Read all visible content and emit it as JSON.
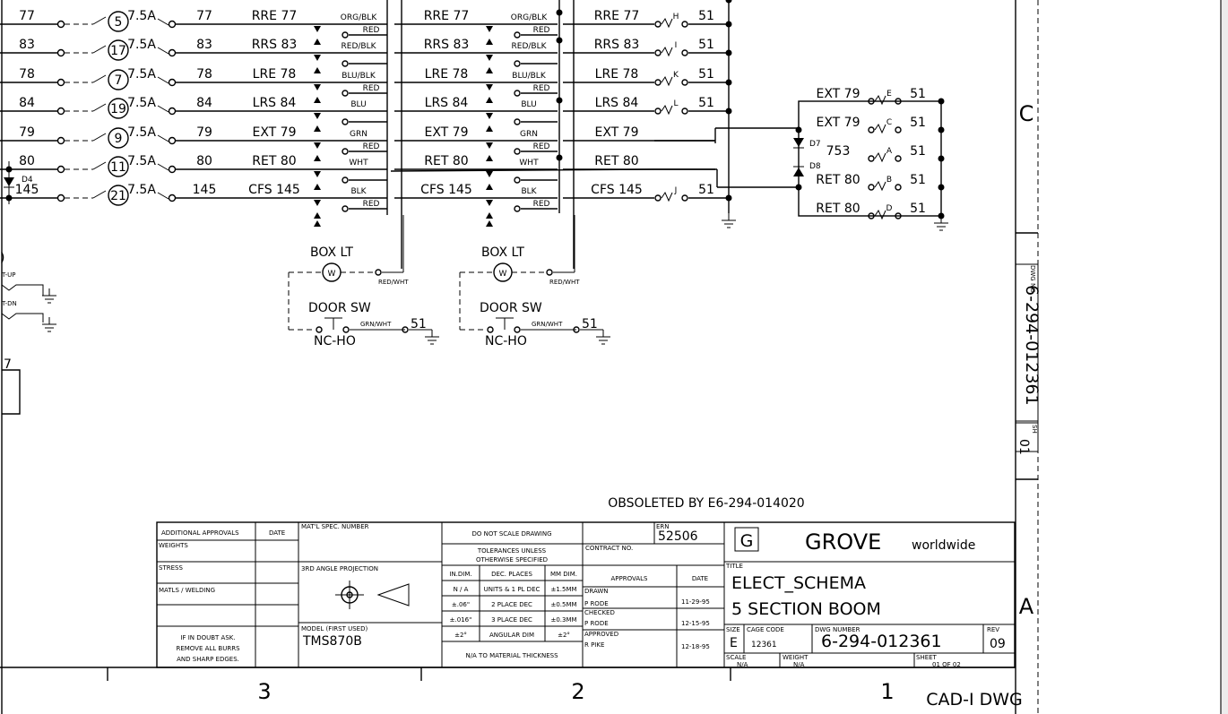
{
  "fuse_rows": [
    {
      "wire": "77",
      "fuse": "5",
      "amp": "7.5A",
      "out": "77",
      "c1": "RRE 77",
      "c1_color": "ORG/BLK",
      "c1_ret": "RED",
      "c2": "RRE 77",
      "c2_color": "ORG/BLK",
      "c2_ret": "RED",
      "c3": "RRE 77",
      "pin": "H",
      "gnd": "51"
    },
    {
      "wire": "83",
      "fuse": "17",
      "amp": "7.5A",
      "out": "83",
      "c1": "RRS 83",
      "c1_color": "RED/BLK",
      "c1_ret": "",
      "c2": "RRS 83",
      "c2_color": "RED/BLK",
      "c2_ret": "",
      "c3": "RRS 83",
      "pin": "I",
      "gnd": "51"
    },
    {
      "wire": "78",
      "fuse": "7",
      "amp": "7.5A",
      "out": "78",
      "c1": "LRE 78",
      "c1_color": "BLU/BLK",
      "c1_ret": "RED",
      "c2": "LRE 78",
      "c2_color": "BLU/BLK",
      "c2_ret": "RED",
      "c3": "LRE 78",
      "pin": "K",
      "gnd": "51"
    },
    {
      "wire": "84",
      "fuse": "19",
      "amp": "7.5A",
      "out": "84",
      "c1": "LRS 84",
      "c1_color": "BLU",
      "c1_ret": "",
      "c2": "LRS 84",
      "c2_color": "BLU",
      "c2_ret": "",
      "c3": "LRS 84",
      "pin": "L",
      "gnd": "51"
    },
    {
      "wire": "79",
      "fuse": "9",
      "amp": "7.5A",
      "out": "79",
      "c1": "EXT 79",
      "c1_color": "GRN",
      "c1_ret": "RED",
      "c2": "EXT 79",
      "c2_color": "GRN",
      "c2_ret": "RED",
      "c3": "EXT 79",
      "pin": "",
      "gnd": ""
    },
    {
      "wire": "80",
      "fuse": "11",
      "amp": "7.5A",
      "out": "80",
      "c1": "RET 80",
      "c1_color": "WHT",
      "c1_ret": "",
      "c2": "RET 80",
      "c2_color": "WHT",
      "c2_ret": "",
      "c3": "RET 80",
      "pin": "",
      "gnd": ""
    },
    {
      "wire": "145",
      "fuse": "21",
      "amp": "7.5A",
      "out": "145",
      "c1": "CFS 145",
      "c1_color": "BLK",
      "c1_ret": "RED",
      "c2": "CFS 145",
      "c2_color": "BLK",
      "c2_ret": "RED",
      "c3": "CFS 145",
      "pin": "J",
      "gnd": "51"
    }
  ],
  "diode_d4": "D4",
  "right_block": [
    {
      "label": "EXT 79",
      "pin": "E",
      "gnd": "51"
    },
    {
      "label": "EXT 79",
      "pin": "C",
      "gnd": "51"
    },
    {
      "label": "753",
      "pin": "A",
      "gnd": "51"
    },
    {
      "label": "RET 80",
      "pin": "B",
      "gnd": "51"
    },
    {
      "label": "RET 80",
      "pin": "D",
      "gnd": "51"
    }
  ],
  "diodes": {
    "d7": "D7",
    "d8": "D8"
  },
  "box_left": {
    "box_lt": "BOX LT",
    "lamp": "W",
    "lamp_wire": "RED/WHT",
    "door_sw": "DOOR SW",
    "sw_type": "NC-HO",
    "sw_wire": "GRN/WHT",
    "gnd": "51"
  },
  "box_right": {
    "box_lt": "BOX LT",
    "lamp": "W",
    "lamp_wire": "RED/WHT",
    "door_sw": "DOOR SW",
    "sw_type": "NC-HO",
    "sw_wire": "GRN/WHT",
    "gnd": "51"
  },
  "left_fragments": {
    "up": "T-UP",
    "dn": "T-DN",
    "seven": "7",
    "paren": ")"
  },
  "border": {
    "zone_c": "C",
    "zone_a": "A",
    "col3": "3",
    "col2": "2",
    "col1": "1",
    "cad": "CAD-I DWG"
  },
  "side_stamp": {
    "dwg_label": "DWG NO",
    "dwg_no": "6-294-012361",
    "sh_label": "SH",
    "sh": "01"
  },
  "obsoleted": "OBSOLETED BY E6-294-014020",
  "title_block": {
    "add_approvals": "ADDITIONAL APPROVALS",
    "date": "DATE",
    "weights": "WEIGHTS",
    "stress": "STRESS",
    "matls": "MATLS / WELDING",
    "if_doubt": "IF IN DOUBT ASK.",
    "remove_burrs": "REMOVE ALL BURRS",
    "sharp": "AND SHARP EDGES.",
    "matl_spec": "MAT'L SPEC. NUMBER",
    "third_angle": "3RD ANGLE PROJECTION",
    "model_label": "MODEL (FIRST USED)",
    "model": "TMS870B",
    "no_scale": "DO NOT SCALE DRAWING",
    "tol1": "TOLERANCES UNLESS",
    "tol2": "OTHERWISE SPECIFIED",
    "tol_hdr": [
      "IN.DIM.",
      "DEC. PLACES",
      "MM DIM."
    ],
    "tol_rows": [
      [
        "N / A",
        "UNITS & 1 PL DEC",
        "±1.5MM"
      ],
      [
        "±.06\"",
        "2 PLACE DEC",
        "±0.5MM"
      ],
      [
        "±.016\"",
        "3 PLACE DEC",
        "±0.3MM"
      ],
      [
        "±2°",
        "ANGULAR DIM",
        "±2°"
      ]
    ],
    "na_matl": "N/A TO MATERIAL THICKNESS",
    "contract": "CONTRACT NO.",
    "ern_label": "ERN",
    "ern": "52506",
    "approvals": "APPROVALS",
    "drawn_label": "DRAWN",
    "drawn": "P RODE",
    "drawn_date": "11-29-95",
    "checked_label": "CHECKED",
    "checked": "P RODE",
    "checked_date": "12-15-95",
    "approved_label": "APPROVED",
    "approved": "R PIKE",
    "approved_date": "12-18-95",
    "company": "GROVE",
    "company_suffix": "worldwide",
    "logo": "G",
    "title_label": "TITLE",
    "title1": "ELECT_SCHEMA",
    "title2": "5 SECTION BOOM",
    "size_label": "SIZE",
    "size": "E",
    "cage_label": "CAGE CODE",
    "cage": "12361",
    "dwg_label": "DWG NUMBER",
    "dwg": "6-294-012361",
    "rev_label": "REV",
    "rev": "09",
    "scale_label": "SCALE",
    "scale": "N/A",
    "weight_label": "WEIGHT",
    "weight": "N/A",
    "sheet_label": "SHEET",
    "sheet": "01 OF 02"
  }
}
